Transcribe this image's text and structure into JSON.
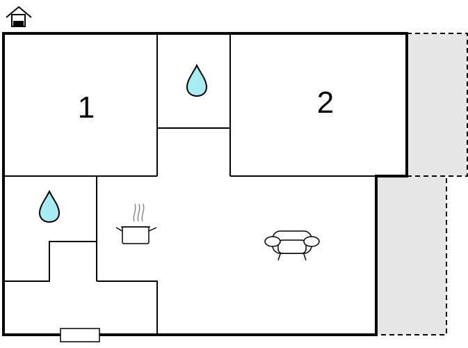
{
  "floorplan": {
    "rooms": [
      {
        "label": "1",
        "type": "bedroom"
      },
      {
        "label": "2",
        "type": "bedroom"
      }
    ],
    "icons": [
      "home-icon",
      "water-drop-icon",
      "water-drop-icon",
      "cooking-pot-icon",
      "sofa-icon",
      "entrance-door-icon"
    ],
    "terraces": 2,
    "colors": {
      "wall": "#000000",
      "water": "#a8ecf2",
      "terrace": "#e6e6e6"
    }
  }
}
